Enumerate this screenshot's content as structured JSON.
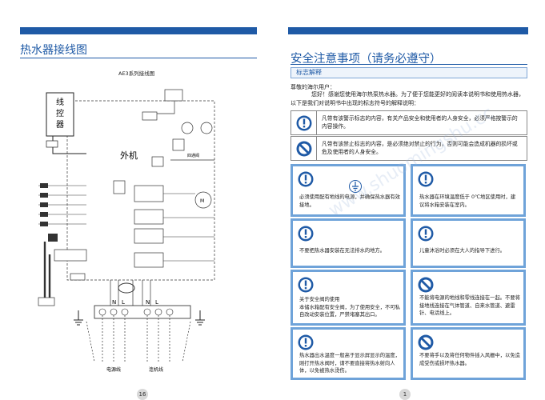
{
  "left": {
    "title": "热水器接线图",
    "page_number": "16",
    "diagram": {
      "caption": "AE3系列接线图",
      "controller": "线\n控\n器",
      "outdoor": "外机",
      "four_way": "四通阀",
      "power_line": "电源线",
      "connect_line": "连机线",
      "terminals": [
        "N",
        "L",
        "N",
        "L"
      ]
    }
  },
  "right": {
    "title": "安全注意事项（请务必遵守）",
    "section": "标志解释",
    "greeting": "尊敬的海尔用户：",
    "intro": "您好！感谢您使用海尔热泵热水器。为了便于您能更好的阅读本说明书和使用热水器，以下是我们对说明书中出现的标志符号的解释说明：",
    "symbols": [
      {
        "icon": "warning-icon",
        "text": "凡带有该警示标志的内容，有关产品安全和使用者的人身安全，必须严格按警示的内容操作。"
      },
      {
        "icon": "prohibit-icon",
        "text": "凡带有该禁止标志的内容，是必须绝对禁止的行为，否则可能会造成机器的损坏或危及使用者的人身安全。"
      }
    ],
    "cards": [
      {
        "icon": "warning-icon",
        "text": "必须使用配有地线的电源，并确保热水器有效接地。",
        "extra": "ground-icon"
      },
      {
        "icon": "warning-icon",
        "text": "热水器在环境温度低于 0℃地区使用时，建议将水箱安装在室内。"
      },
      {
        "icon": "warning-icon",
        "text": "不要把热水器安装在无法排水的地方。"
      },
      {
        "icon": "warning-icon",
        "text": "儿童沐浴时必须在大人的指导下进行。"
      },
      {
        "icon": "warning-icon",
        "text": "关于安全阀的使用\n本储水箱配有安全阀，为了使用安全，不可私自改动安装位置，严禁堵塞其出口。"
      },
      {
        "icon": "prohibit-icon",
        "text": "不能将电源的地线和零线连接在一起。不要将接地线连接在气体管道、自来水管道、避雷针、电话线上。"
      },
      {
        "icon": "warning-icon",
        "text": "热水器出水温度一般高于显示屏显示的温度，刚打开热水阀时，请不要直接将热水射向人体，以免被热水烫伤。"
      },
      {
        "icon": "prohibit-icon",
        "text": "不要将手以及将任何物件插入风栅中，以免造成受伤或损坏热水器。"
      }
    ],
    "page_number": "1",
    "watermark": "www.shuomingshu.cc"
  },
  "colors": {
    "accent": "#1f5aa6",
    "card_border": "#6fa3d9"
  }
}
